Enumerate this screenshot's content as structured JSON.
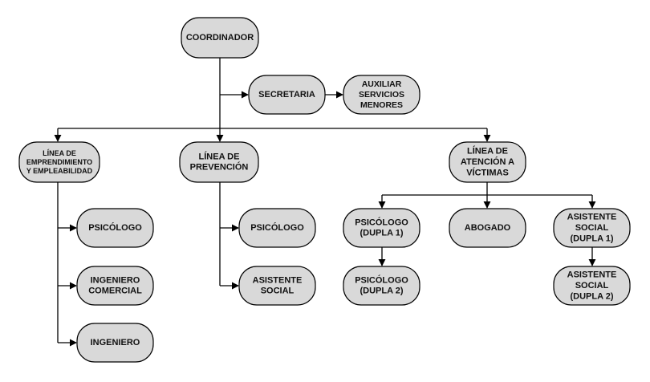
{
  "colors": {
    "node_fill": "#d9d9d9",
    "stroke": "#000000",
    "text": "#111111"
  },
  "nodes": {
    "coordinador": {
      "lines": [
        "COORDINADOR"
      ]
    },
    "secretaria": {
      "lines": [
        "SECRETARIA"
      ]
    },
    "auxiliar": {
      "lines": [
        "AUXILIAR",
        "SERVICIOS",
        "MENORES"
      ]
    },
    "emprendimiento": {
      "lines": [
        "LÍNEA DE",
        "EMPRENDIMIENTO",
        "Y EMPLEABILIDAD"
      ]
    },
    "prevencion": {
      "lines": [
        "LÍNEA DE",
        "PREVENCIÓN"
      ]
    },
    "atencion": {
      "lines": [
        "LÍNEA DE",
        "ATENCIÓN A",
        "VÍCTIMAS"
      ]
    },
    "emp_psicologo": {
      "lines": [
        "PSICÓLOGO"
      ]
    },
    "emp_ing_comercial": {
      "lines": [
        "INGENIERO",
        "COMERCIAL"
      ]
    },
    "emp_ingeniero": {
      "lines": [
        "INGENIERO"
      ]
    },
    "prev_psicologo": {
      "lines": [
        "PSICÓLOGO"
      ]
    },
    "prev_asistente": {
      "lines": [
        "ASISTENTE",
        "SOCIAL"
      ]
    },
    "at_psicologo1": {
      "lines": [
        "PSICÓLOGO",
        "(DUPLA 1)"
      ]
    },
    "at_psicologo2": {
      "lines": [
        "PSICÓLOGO",
        "(DUPLA 2)"
      ]
    },
    "at_abogado": {
      "lines": [
        "ABOGADO"
      ]
    },
    "at_asistente1": {
      "lines": [
        "ASISTENTE",
        "SOCIAL",
        "(DUPLA 1)"
      ]
    },
    "at_asistente2": {
      "lines": [
        "ASISTENTE",
        "SOCIAL",
        "(DUPLA 2)"
      ]
    }
  }
}
